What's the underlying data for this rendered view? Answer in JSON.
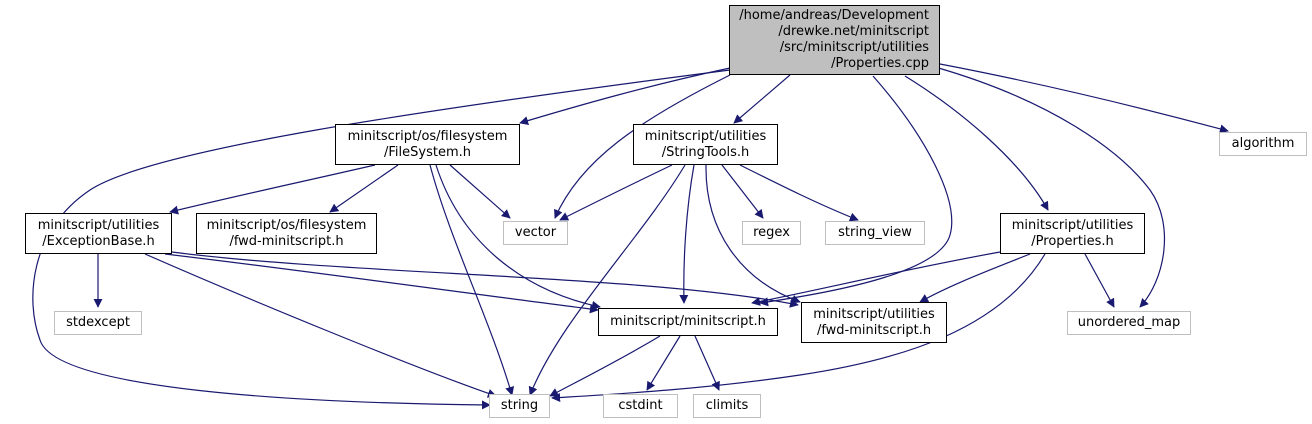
{
  "colors": {
    "edge": "#191970",
    "root_fill": "#bfbfbf",
    "system_border": "#bfbfbf",
    "local_border": "#000000"
  },
  "nodes": {
    "root": [
      "/home/andreas/Development",
      "/drewke.net/minitscript",
      "/src/minitscript/utilities",
      "/Properties.cpp"
    ],
    "filesystem": [
      "minitscript/os/filesystem",
      "/FileSystem.h"
    ],
    "stringtools": [
      "minitscript/utilities",
      "/StringTools.h"
    ],
    "algorithm": [
      "algorithm"
    ],
    "exceptionbase": [
      "minitscript/utilities",
      "/ExceptionBase.h"
    ],
    "fwd_fs": [
      "minitscript/os/filesystem",
      "/fwd-minitscript.h"
    ],
    "vector": [
      "vector"
    ],
    "regex": [
      "regex"
    ],
    "string_view": [
      "string_view"
    ],
    "properties_h": [
      "minitscript/utilities",
      "/Properties.h"
    ],
    "stdexcept": [
      "stdexcept"
    ],
    "minitscript_h": [
      "minitscript/minitscript.h"
    ],
    "fwd_util": [
      "minitscript/utilities",
      "/fwd-minitscript.h"
    ],
    "unordered_map": [
      "unordered_map"
    ],
    "string": [
      "string"
    ],
    "cstdint": [
      "cstdint"
    ],
    "climits": [
      "climits"
    ]
  },
  "edges": [
    [
      "root",
      "string"
    ],
    [
      "root",
      "filesystem"
    ],
    [
      "root",
      "vector"
    ],
    [
      "root",
      "stringtools"
    ],
    [
      "root",
      "minitscript_h"
    ],
    [
      "root",
      "properties_h"
    ],
    [
      "root",
      "unordered_map"
    ],
    [
      "root",
      "algorithm"
    ],
    [
      "filesystem",
      "exceptionbase"
    ],
    [
      "filesystem",
      "fwd_fs"
    ],
    [
      "filesystem",
      "vector"
    ],
    [
      "filesystem",
      "string"
    ],
    [
      "filesystem",
      "minitscript_h"
    ],
    [
      "stringtools",
      "vector"
    ],
    [
      "stringtools",
      "regex"
    ],
    [
      "stringtools",
      "string_view"
    ],
    [
      "stringtools",
      "string"
    ],
    [
      "stringtools",
      "minitscript_h"
    ],
    [
      "stringtools",
      "fwd_util"
    ],
    [
      "exceptionbase",
      "stdexcept"
    ],
    [
      "exceptionbase",
      "string"
    ],
    [
      "exceptionbase",
      "minitscript_h"
    ],
    [
      "exceptionbase",
      "fwd_util"
    ],
    [
      "properties_h",
      "minitscript_h"
    ],
    [
      "properties_h",
      "fwd_util"
    ],
    [
      "properties_h",
      "unordered_map"
    ],
    [
      "properties_h",
      "string"
    ],
    [
      "minitscript_h",
      "string"
    ],
    [
      "minitscript_h",
      "cstdint"
    ],
    [
      "minitscript_h",
      "climits"
    ]
  ]
}
